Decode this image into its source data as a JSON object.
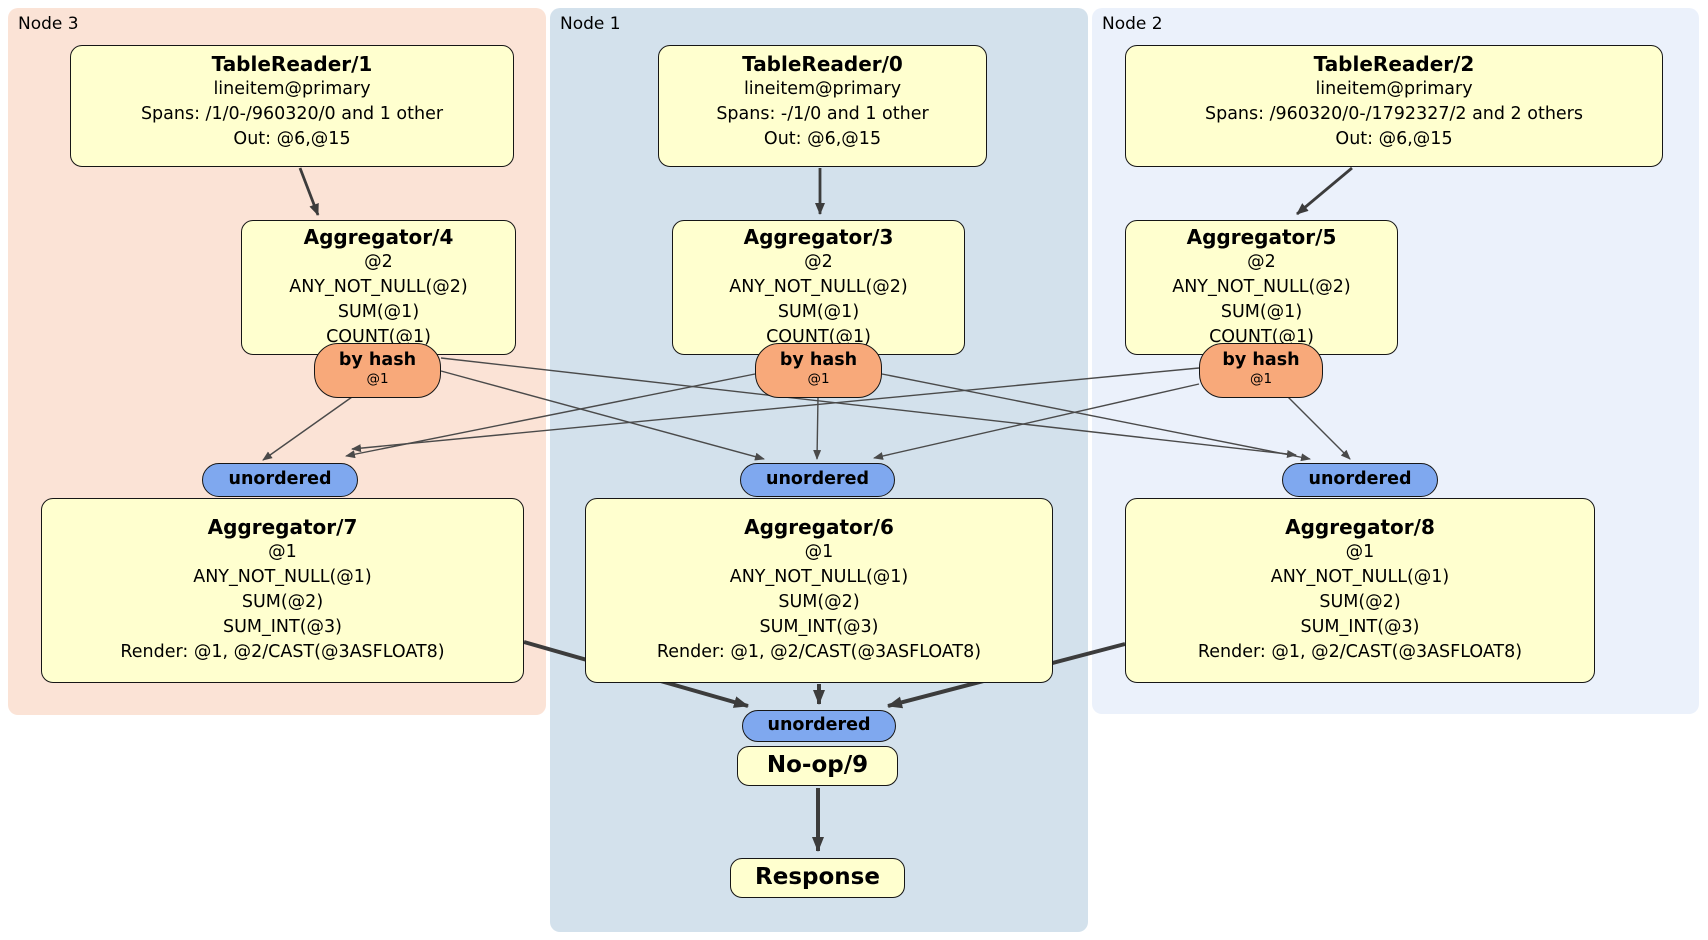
{
  "colors": {
    "node3_bg": "#fbe3d6",
    "node1_bg": "#d3e1ec",
    "node2_bg": "#ebf1fb",
    "processor_box_fill": "#ffffcf",
    "router_fill": "#f8a97a",
    "sync_fill": "#7fa8ef",
    "edge": "#3c3c3c"
  },
  "node_groups": [
    {
      "label": "Node 3",
      "table_reader": {
        "title": "TableReader/1",
        "lines": [
          "lineitem@primary",
          "Spans: /1/0-/960320/0 and 1 other",
          "Out: @6,@15"
        ]
      },
      "pre_aggregator": {
        "title": "Aggregator/4",
        "lines": [
          "@2",
          "ANY_NOT_NULL(@2)",
          "SUM(@1)",
          "COUNT(@1)"
        ]
      },
      "router": {
        "label": "by hash",
        "detail": "@1"
      },
      "stream_sync": {
        "label": "unordered"
      },
      "final_aggregator": {
        "title": "Aggregator/7",
        "lines": [
          "@1",
          "ANY_NOT_NULL(@1)",
          "SUM(@2)",
          "SUM_INT(@3)",
          "Render: @1, @2/CAST(@3ASFLOAT8)"
        ]
      }
    },
    {
      "label": "Node 1",
      "table_reader": {
        "title": "TableReader/0",
        "lines": [
          "lineitem@primary",
          "Spans: -/1/0 and 1 other",
          "Out: @6,@15"
        ]
      },
      "pre_aggregator": {
        "title": "Aggregator/3",
        "lines": [
          "@2",
          "ANY_NOT_NULL(@2)",
          "SUM(@1)",
          "COUNT(@1)"
        ]
      },
      "router": {
        "label": "by hash",
        "detail": "@1"
      },
      "stream_sync": {
        "label": "unordered"
      },
      "final_aggregator": {
        "title": "Aggregator/6",
        "lines": [
          "@1",
          "ANY_NOT_NULL(@1)",
          "SUM(@2)",
          "SUM_INT(@3)",
          "Render: @1, @2/CAST(@3ASFLOAT8)"
        ]
      }
    },
    {
      "label": "Node 2",
      "table_reader": {
        "title": "TableReader/2",
        "lines": [
          "lineitem@primary",
          "Spans: /960320/0-/1792327/2 and 2 others",
          "Out: @6,@15"
        ]
      },
      "pre_aggregator": {
        "title": "Aggregator/5",
        "lines": [
          "@2",
          "ANY_NOT_NULL(@2)",
          "SUM(@1)",
          "COUNT(@1)"
        ]
      },
      "router": {
        "label": "by hash",
        "detail": "@1"
      },
      "stream_sync": {
        "label": "unordered"
      },
      "final_aggregator": {
        "title": "Aggregator/8",
        "lines": [
          "@1",
          "ANY_NOT_NULL(@1)",
          "SUM(@2)",
          "SUM_INT(@3)",
          "Render: @1, @2/CAST(@3ASFLOAT8)"
        ]
      }
    }
  ],
  "output_chain": {
    "sync_label": "unordered",
    "noop_title": "No-op/9",
    "response_title": "Response"
  }
}
